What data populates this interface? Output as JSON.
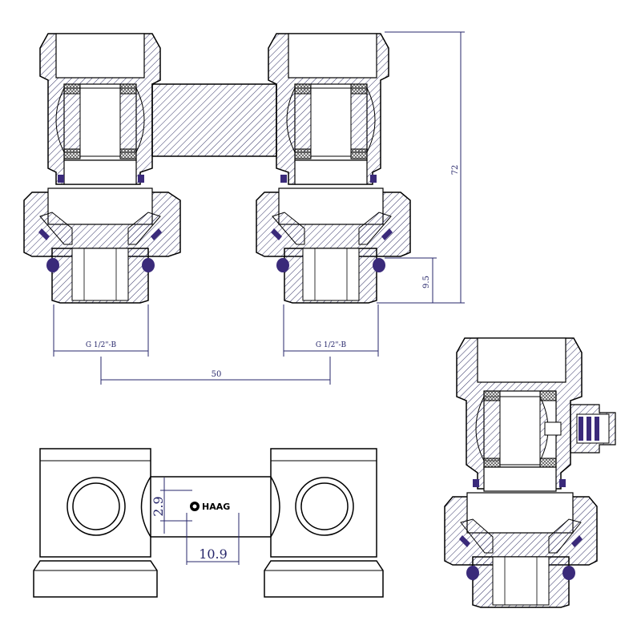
{
  "dimensions": {
    "height_overall": "72",
    "thread_left": "G 1/2\"-B",
    "thread_right": "G 1/2\"-B",
    "center_distance": "50",
    "thread_length": "9.5",
    "logo_height": "2.9",
    "logo_width": "10.9"
  },
  "logo": {
    "text": "HAAG"
  },
  "colors": {
    "outline": "#000000",
    "hatch": "#333366",
    "dimension": "#27276b",
    "seal": "#3a2a7a",
    "crosshatch": "#555555"
  }
}
